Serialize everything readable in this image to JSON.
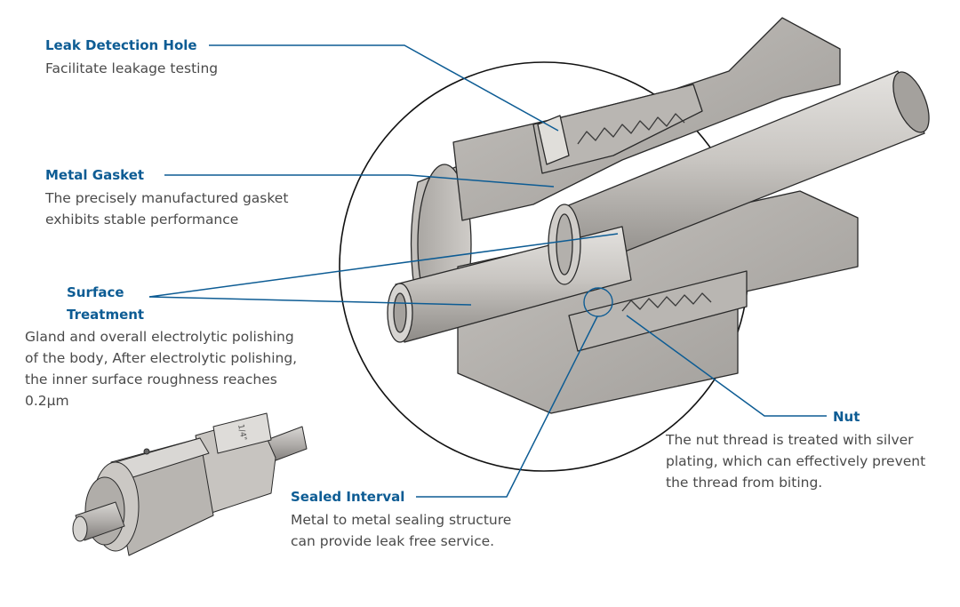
{
  "callouts": {
    "leak_detection": {
      "title": "Leak Detection Hole",
      "desc": [
        "Facilitate leakage testing"
      ]
    },
    "metal_gasket": {
      "title": "Metal Gasket",
      "desc": [
        "The precisely manufactured gasket",
        "exhibits stable performance"
      ]
    },
    "surface_treatment": {
      "title": [
        "Surface",
        "Treatment"
      ],
      "desc": [
        "Gland and overall electrolytic polishing",
        "of the body, After electrolytic polishing,",
        "the inner surface roughness reaches",
        "0.2μm"
      ]
    },
    "nut": {
      "title": "Nut",
      "desc": [
        "The nut thread is treated with silver",
        "plating, which can effectively prevent",
        "the thread from biting."
      ]
    },
    "sealed_interval": {
      "title": "Sealed Interval",
      "desc": [
        "Metal to metal sealing structure",
        "can provide leak free service."
      ]
    }
  },
  "product_marking": "1/4\"",
  "colors": {
    "accent": "#0d5c94",
    "text": "#4a4a4a",
    "metal": "#b5b2af",
    "outline": "#1a1a1a"
  }
}
